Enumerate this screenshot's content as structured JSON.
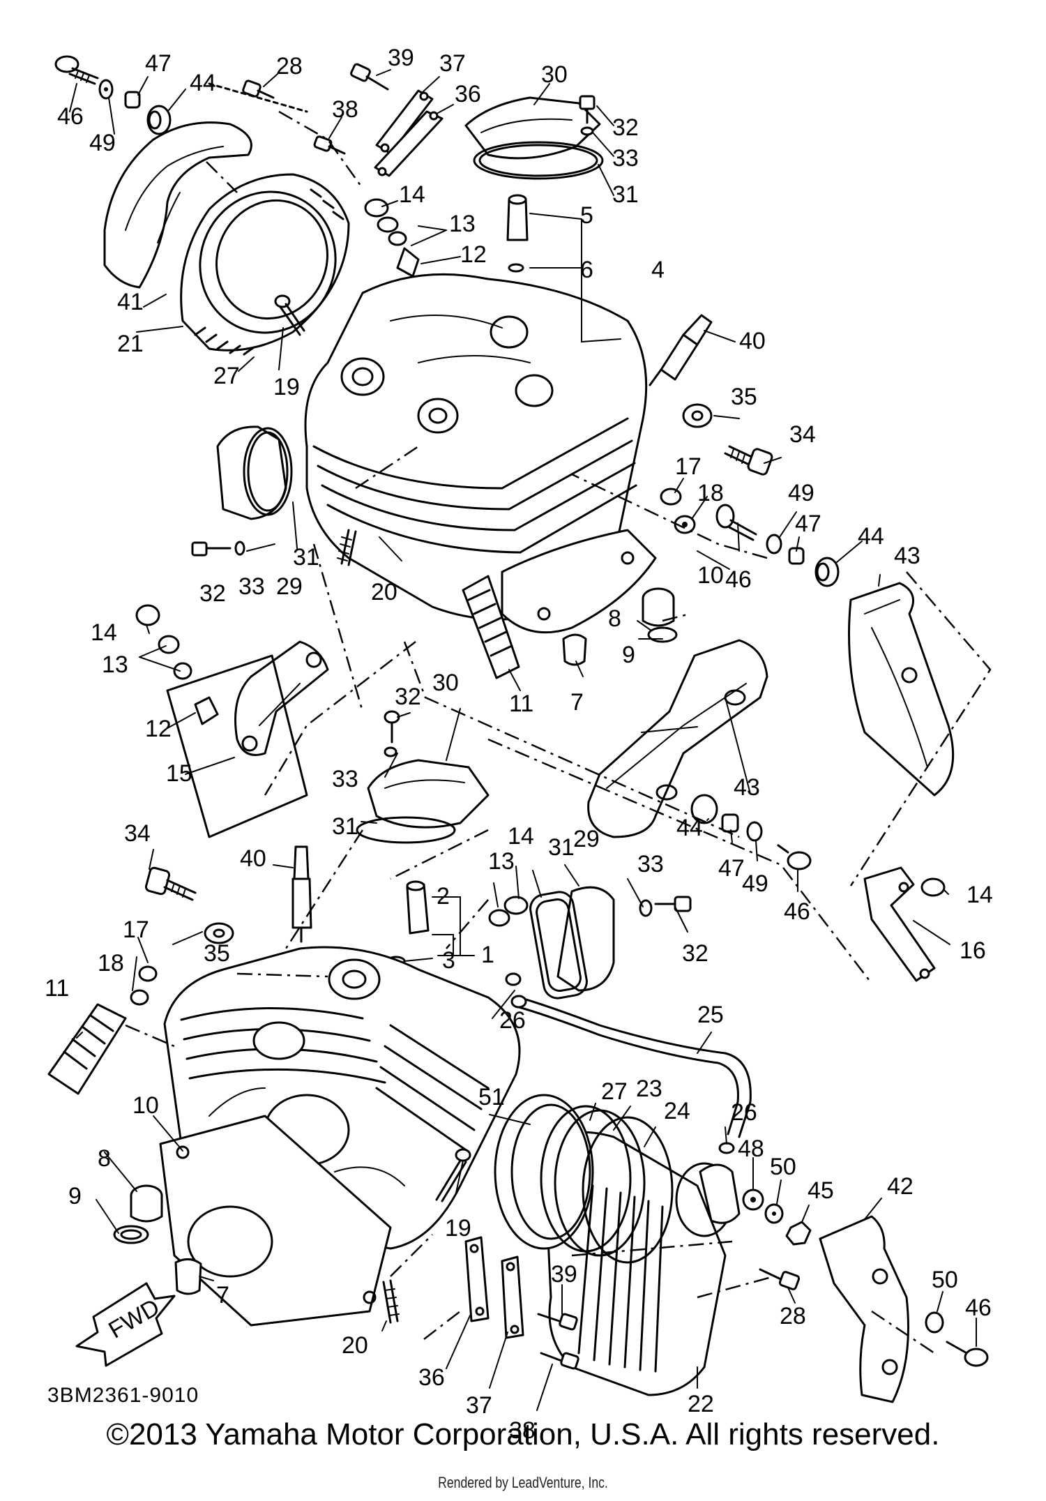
{
  "diagram_code": "3BM2361-9010",
  "direction_label": "FWD",
  "copyright": "©2013 Yamaha Motor Corporation, U.S.A. All rights reserved.",
  "rendered_by": "Rendered by LeadVenture, Inc.",
  "callouts": [
    "1",
    "2",
    "3",
    "4",
    "5",
    "6",
    "7",
    "8",
    "9",
    "10",
    "11",
    "12",
    "13",
    "14",
    "15",
    "16",
    "17",
    "18",
    "19",
    "20",
    "21",
    "22",
    "23",
    "24",
    "25",
    "26",
    "27",
    "28",
    "29",
    "30",
    "31",
    "32",
    "33",
    "34",
    "35",
    "36",
    "37",
    "38",
    "39",
    "40",
    "41",
    "42",
    "43",
    "44",
    "45",
    "46",
    "47",
    "48",
    "49",
    "50",
    "51"
  ]
}
